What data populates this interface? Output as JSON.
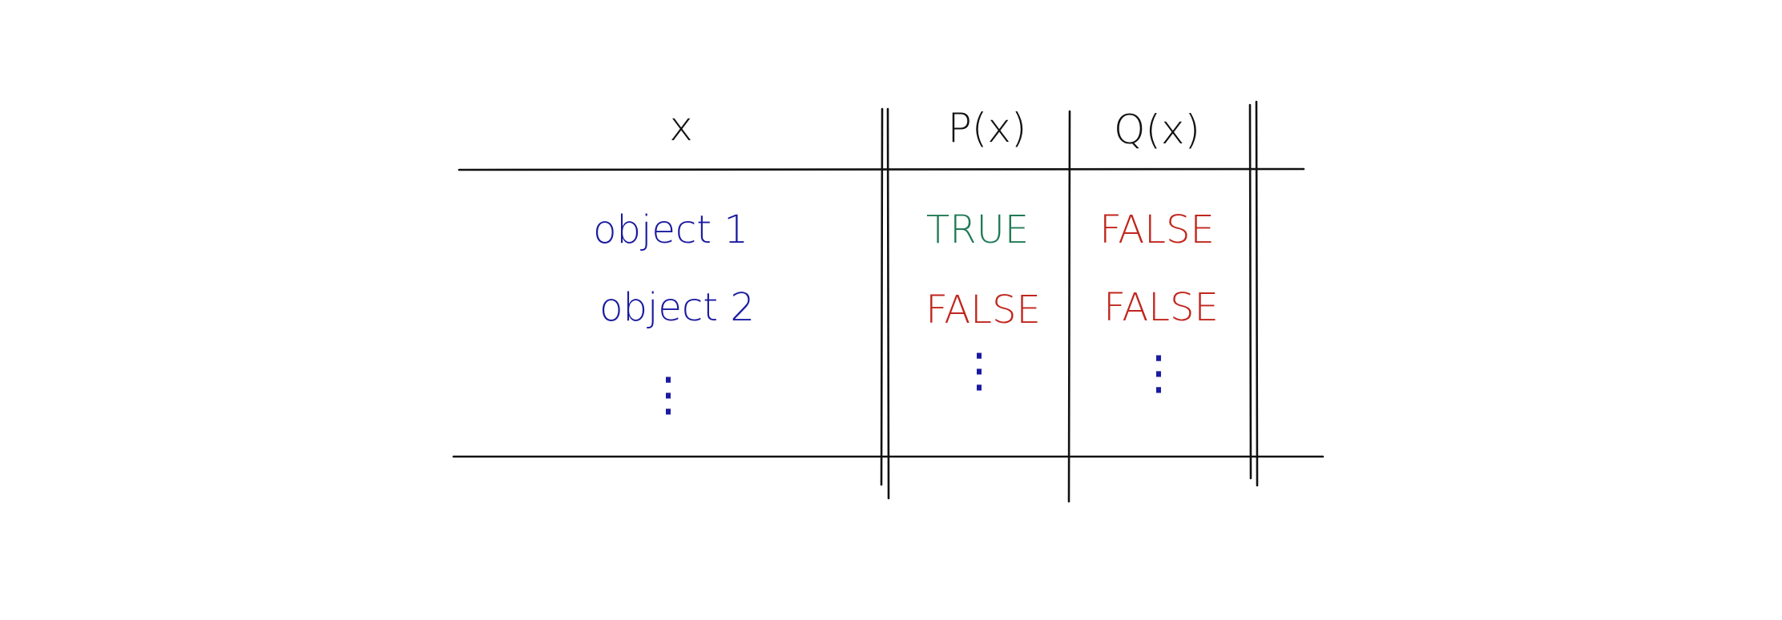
{
  "table": {
    "headers": [
      "x",
      "P(x)",
      "Q(x)"
    ],
    "rows": [
      [
        "object 1",
        "TRUE",
        "FALSE"
      ],
      [
        "object 2",
        "FALSE",
        "FALSE"
      ],
      [
        "⋮",
        "⋮",
        "⋮"
      ]
    ]
  },
  "colors": {
    "ink": "#111111",
    "object_blue": "#1a1aa0",
    "true_green": "#1f7a55",
    "false_red": "#c0261d"
  }
}
